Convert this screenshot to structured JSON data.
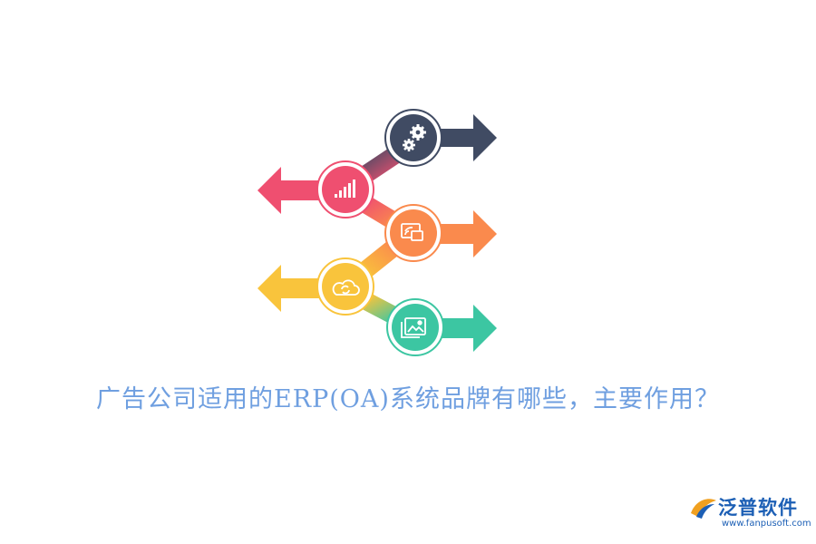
{
  "headline": "广告公司适用的ERP(OA)系统品牌有哪些，主要作用？",
  "brand": {
    "name": "泛普软件",
    "site": "www.fanpusoft.com",
    "color": "#1c5fb5"
  },
  "steps": [
    {
      "icon": "gears-icon",
      "color": "#404b63",
      "arrow": "right"
    },
    {
      "icon": "bar-chart-icon",
      "color": "#ef4f70",
      "arrow": "left"
    },
    {
      "icon": "screen-share-icon",
      "color": "#fa8a4d",
      "arrow": "right"
    },
    {
      "icon": "cloud-sync-icon",
      "color": "#f9c43c",
      "arrow": "left"
    },
    {
      "icon": "gallery-icon",
      "color": "#3cc6a2",
      "arrow": "right"
    }
  ]
}
